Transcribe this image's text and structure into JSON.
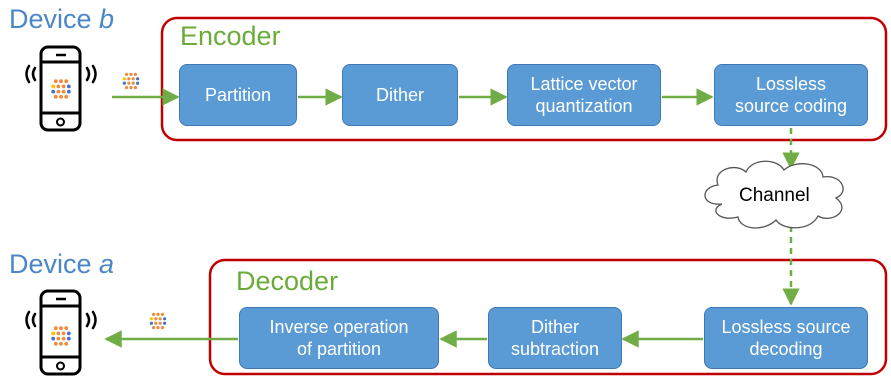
{
  "device_b": {
    "prefix": "Device ",
    "letter": "b"
  },
  "device_a": {
    "prefix": "Device ",
    "letter": "a"
  },
  "encoder": {
    "title": "Encoder",
    "blocks": [
      {
        "line1": "Partition",
        "line2": ""
      },
      {
        "line1": "Dither",
        "line2": ""
      },
      {
        "line1": "Lattice vector",
        "line2": "quantization"
      },
      {
        "line1": "Lossless",
        "line2": "source coding"
      }
    ]
  },
  "channel": {
    "label": "Channel"
  },
  "decoder": {
    "title": "Decoder",
    "blocks": [
      {
        "line1": "Lossless source",
        "line2": "decoding"
      },
      {
        "line1": "Dither",
        "line2": "subtraction"
      },
      {
        "line1": "Inverse operation",
        "line2": "of partition"
      }
    ]
  },
  "colors": {
    "frame": "#c00000",
    "block": "#5b9bd5",
    "arrow": "#70ad47",
    "device_title": "#4a86c8",
    "frame_title": "#6aab3a",
    "dot_orange": "#f08a3c",
    "dot_blue": "#4472c4",
    "dot_yellow": "#ffc000"
  },
  "icons": [
    "smartphone-icon",
    "wireless-signal-icon",
    "data-points-icon",
    "cloud-icon"
  ]
}
